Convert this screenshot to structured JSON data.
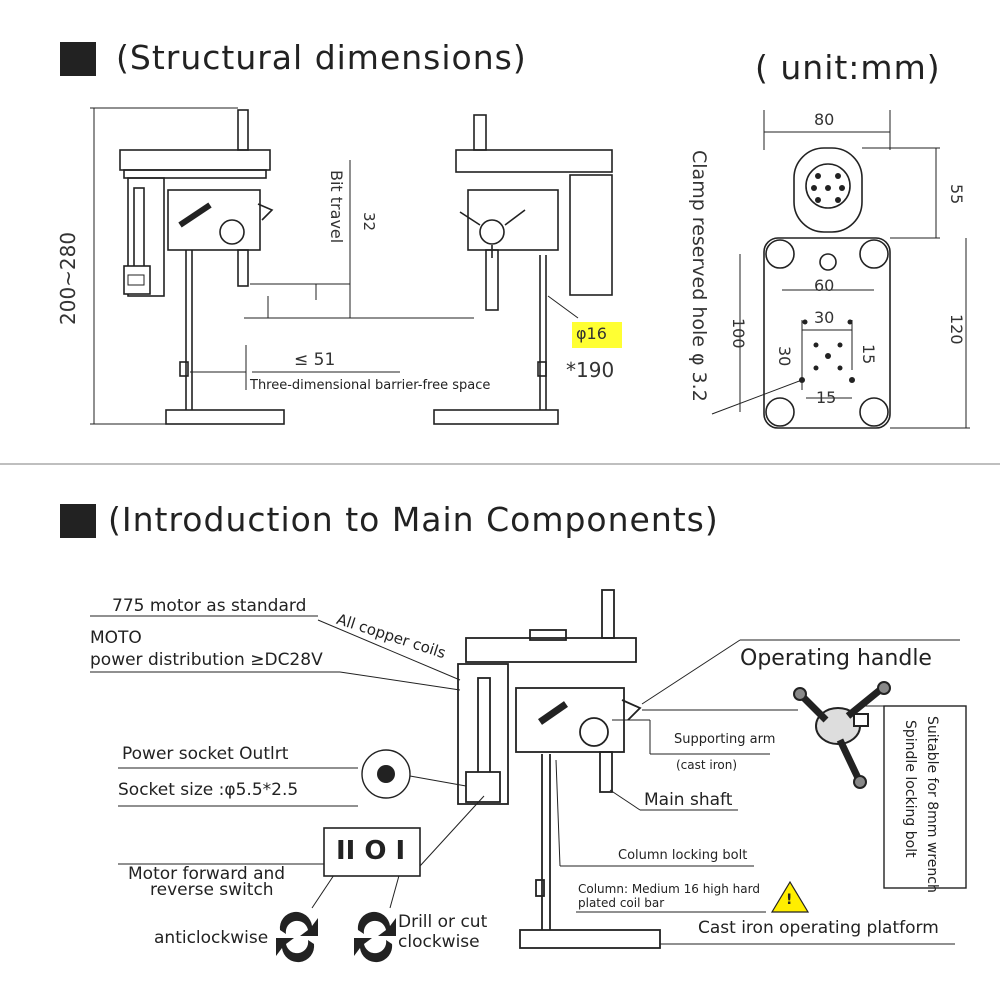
{
  "structural": {
    "heading": "(Structural dimensions)",
    "unit": "( unit:mm)",
    "height_range": "200~280",
    "bit_travel": "Bit travel",
    "travel_value": "32",
    "throat_depth": "≤ 51",
    "barrier_free": "Three-dimensional barrier-free space",
    "chuck_dia": "φ16",
    "column_len": "*190",
    "width_top": "80",
    "motor_depth": "55",
    "base_len": "120",
    "hole_span": "100",
    "hole_pitch": "60",
    "grid_30_h": "30",
    "grid_30_v": "30",
    "grid_15_v": "15",
    "grid_15_h": "15",
    "clamp_hole": "Clamp reserved hole φ 3.2"
  },
  "components": {
    "heading": "(Introduction to Main Components)",
    "motor_std": "775 motor as standard",
    "copper": "All copper coils",
    "moto": "MOTO",
    "power_dist": "power distribution ≥DC28V",
    "socket_title": "Power socket Outlrt",
    "socket_size": "Socket size :φ5.5*2.5",
    "switch_label": "Motor forward  and",
    "switch_label2": "reverse switch",
    "anticlockwise": "anticlockwise",
    "drill_cut": "Drill or cut",
    "clockwise": "clockwise",
    "handle": "Operating handle",
    "support_arm": "Supporting arm",
    "cast_iron": "(cast iron)",
    "main_shaft": "Main shaft",
    "column_bolt": "Column locking bolt",
    "column_desc": "Column: Medium 16 high hard",
    "column_desc2": "plated coil bar",
    "platform": "Cast iron operating platform",
    "wrench1": "Suitable for 8mm wrench",
    "wrench2": "Spindle locking bolt",
    "switch_glyphs": "II  O  I",
    "warn": "!"
  },
  "colors": {
    "highlight": "#ffff33",
    "ink": "#222222",
    "warning": "#ffee00"
  }
}
